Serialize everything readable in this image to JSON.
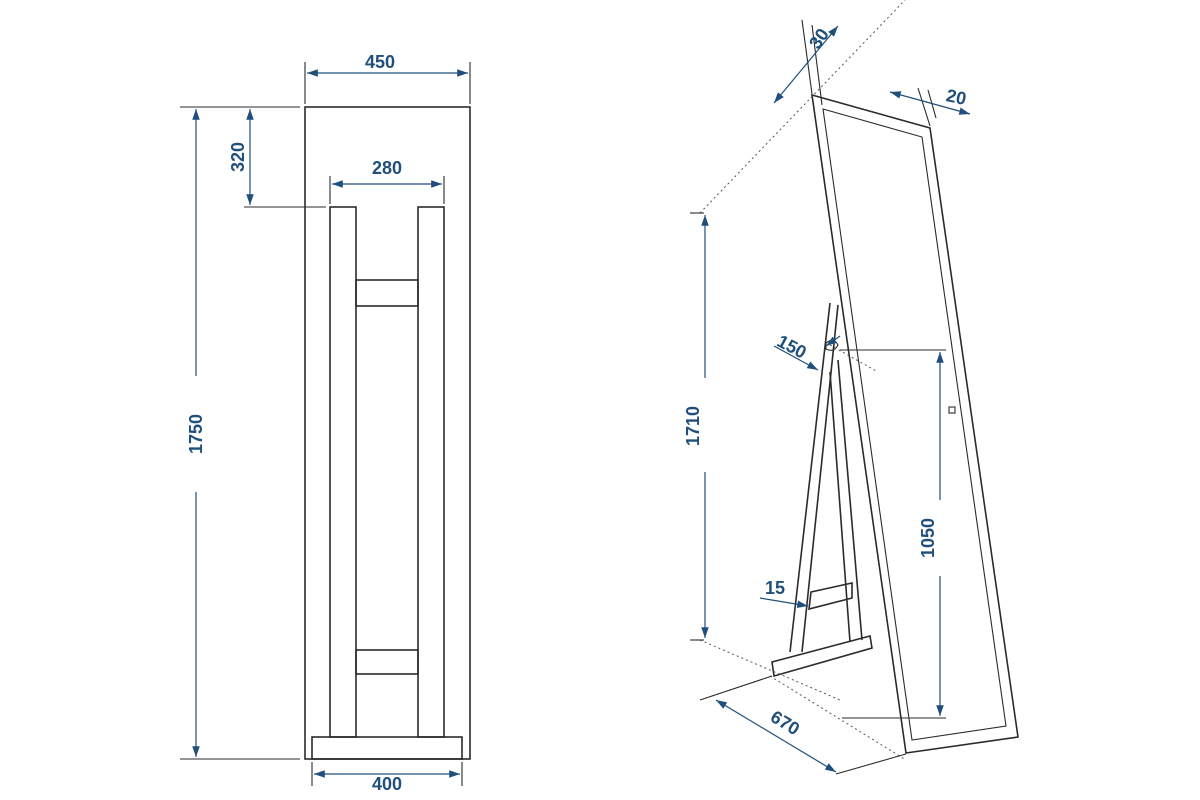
{
  "diagram": {
    "colors": {
      "dimension": "#1f4f7a",
      "outline": "#2b2b2b"
    },
    "front_view": {
      "width_top": "450",
      "height_total": "1750",
      "leg_top_offset": "320",
      "leg_span": "280",
      "base_width": "400"
    },
    "side_view": {
      "frame_depth": "30",
      "frame_width": "20",
      "height": "1710",
      "hinge_offset": "150",
      "mirror_height": "1050",
      "crossbar": "15",
      "stand_depth": "670"
    }
  }
}
